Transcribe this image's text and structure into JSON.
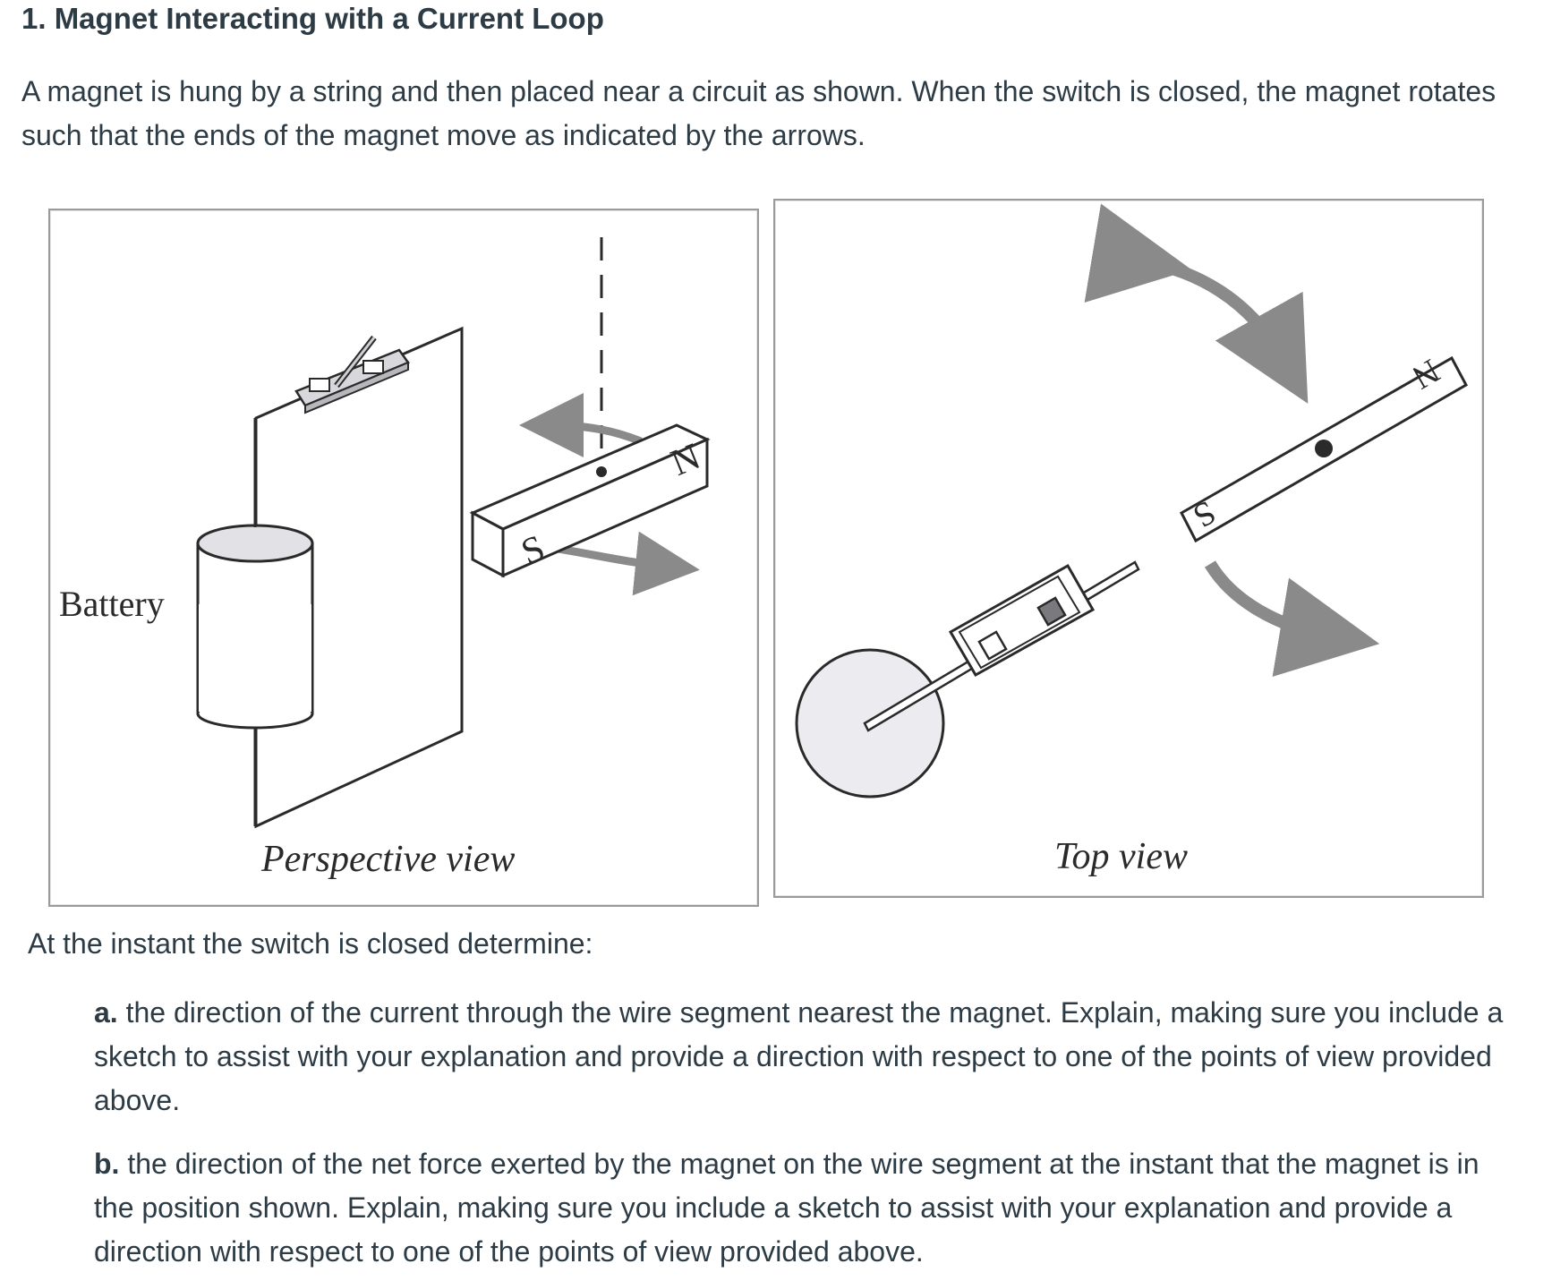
{
  "problem": {
    "title": "1. Magnet Interacting with a Current Loop",
    "intro": "A magnet is hung by a string and then placed near a circuit as shown.  When the switch is closed, the magnet rotates such that the ends of the magnet move as indicated by the arrows."
  },
  "figure": {
    "left": {
      "battery_label": "Battery",
      "south_label": "S",
      "north_label": "N",
      "caption": "Perspective view"
    },
    "right": {
      "south_label": "S",
      "north_label": "N",
      "caption": "Top view"
    },
    "colors": {
      "line": "#2a2a2a",
      "arrow": "#8a8a8a",
      "battery_top": "#e2e2e6"
    }
  },
  "prompt": "At the instant the switch is closed determine:",
  "questions": {
    "a": {
      "letter": "a.",
      "text": " the direction of the current through the wire segment nearest the magnet.  Explain, making sure you include a sketch to assist with your explanation and provide a direction with respect to one of the points of view provided above."
    },
    "b": {
      "letter": "b.",
      "text": " the direction of the net force exerted by the magnet on the wire segment at the instant that the magnet is in the position shown.  Explain, making sure you include a sketch to assist with your explanation and provide a direction with respect to one of the points of view provided above."
    }
  }
}
